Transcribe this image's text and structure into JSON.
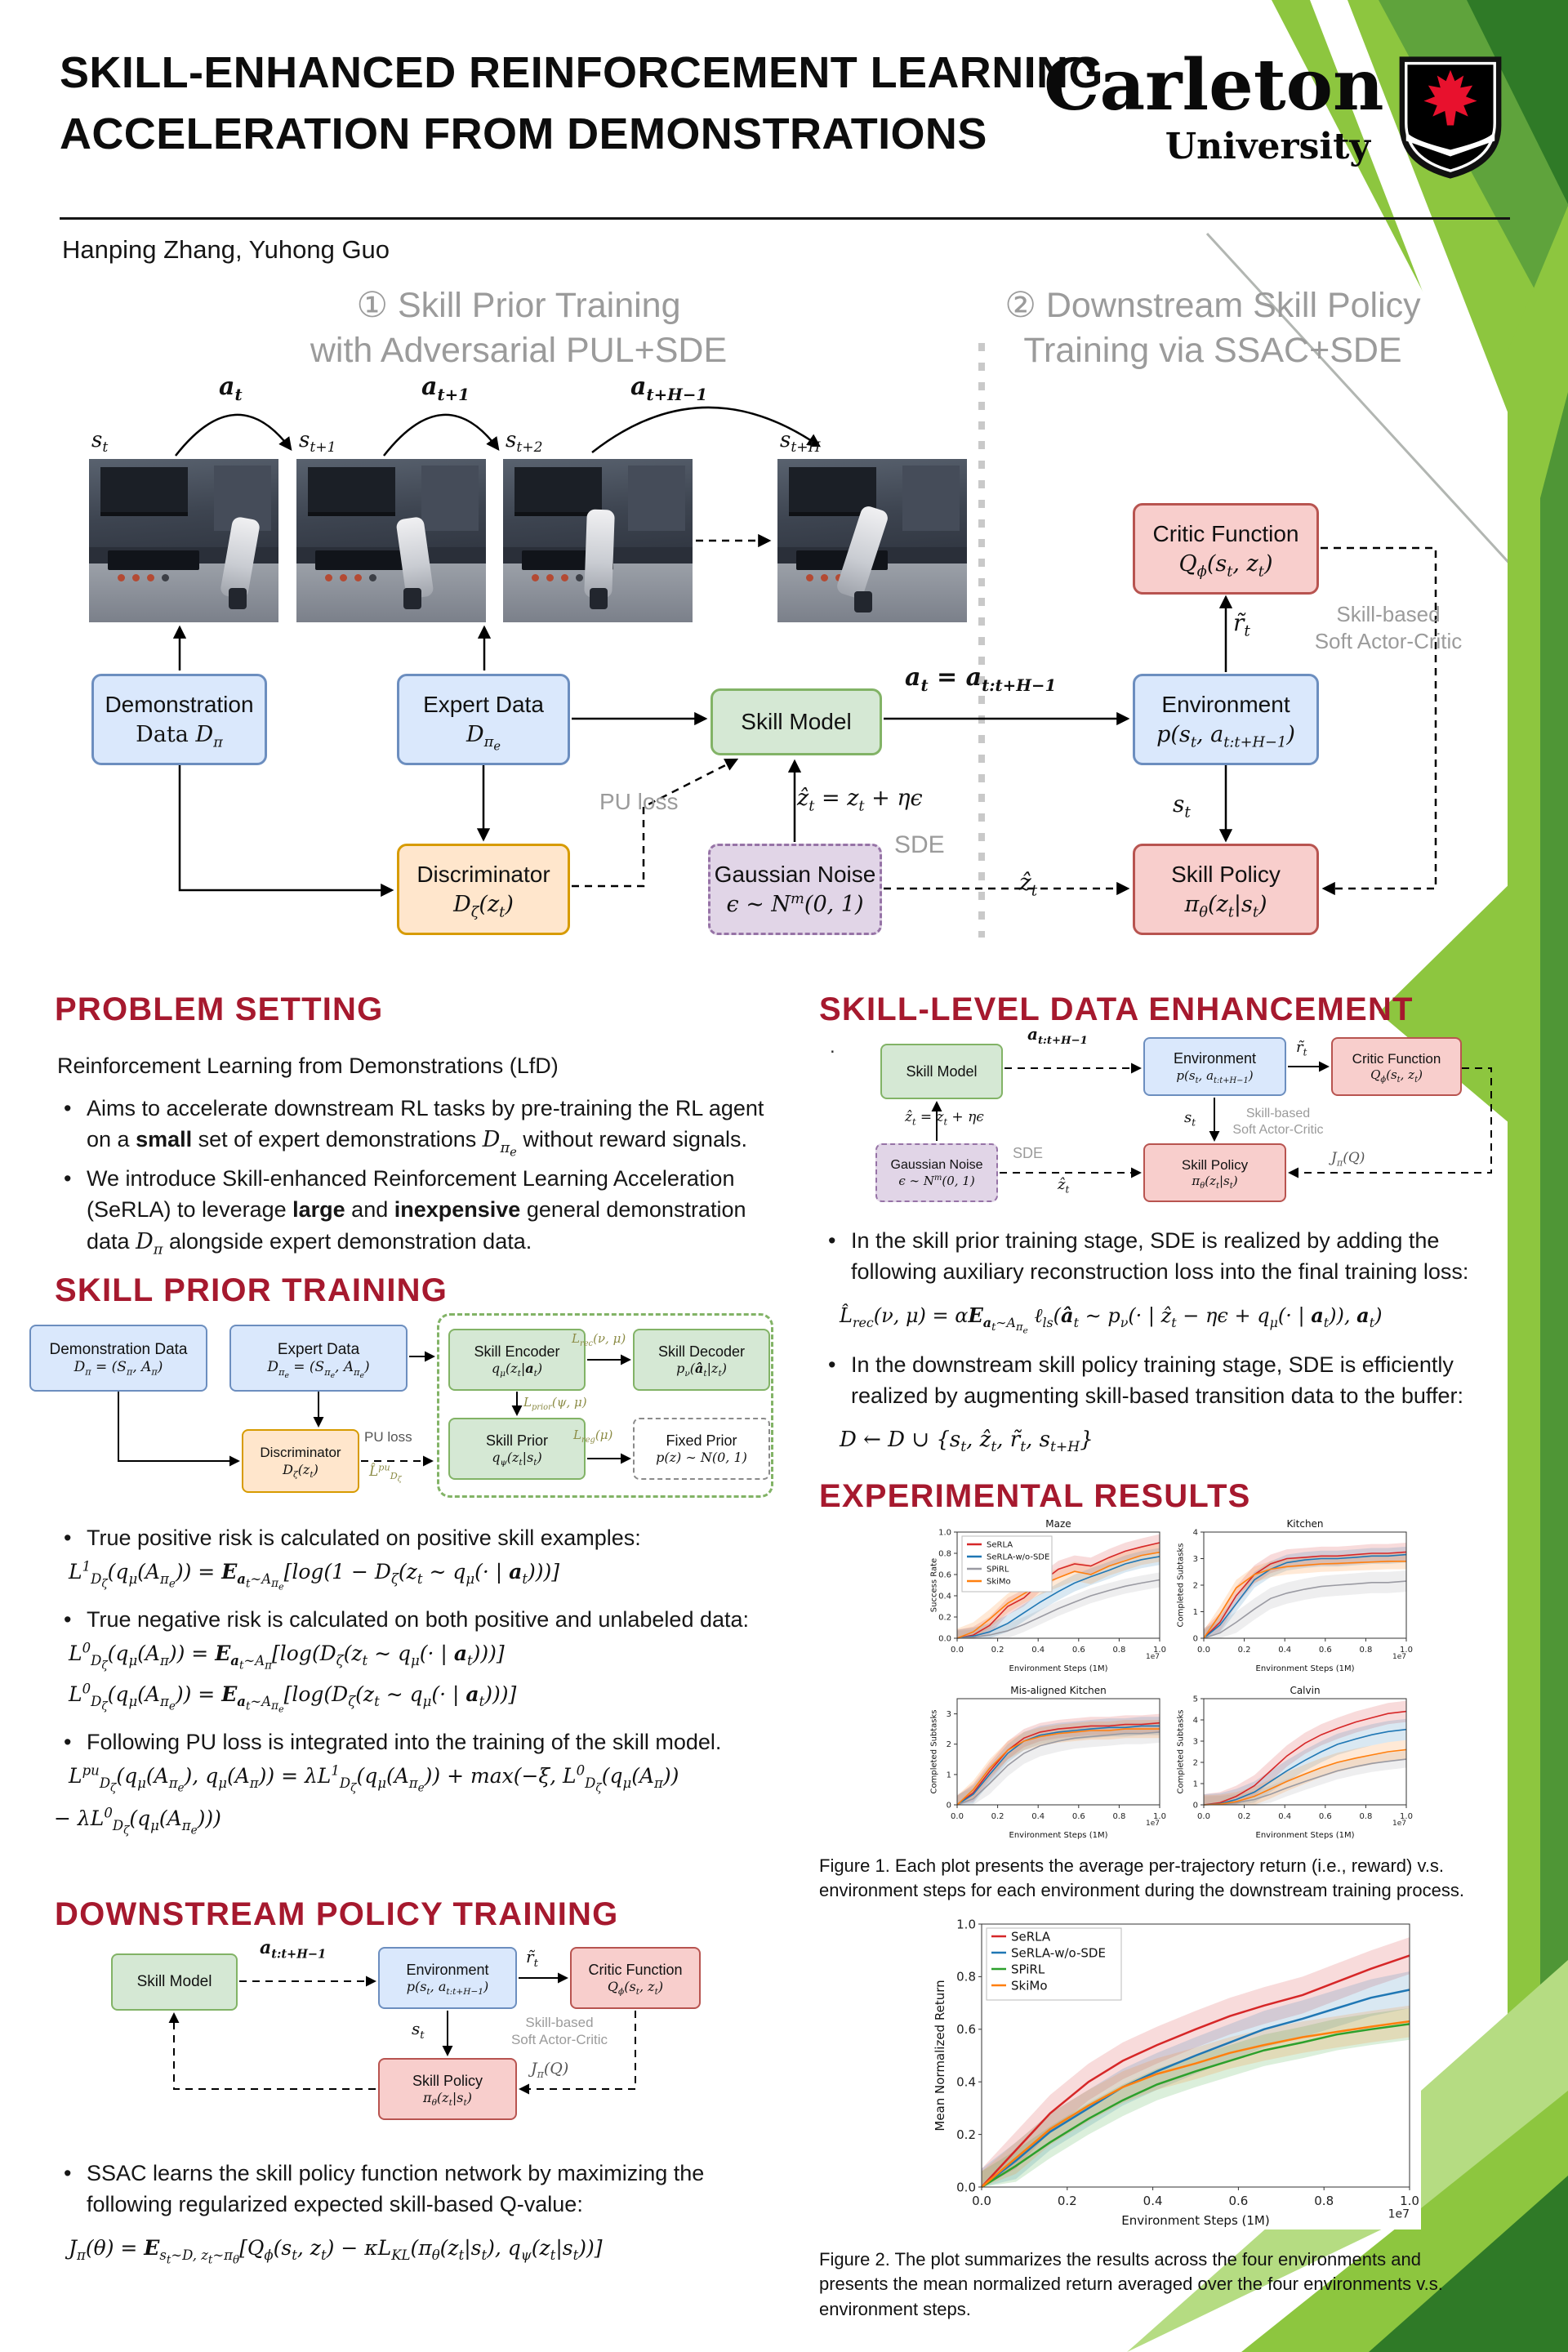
{
  "ui": {
    "bullet": "•",
    "accent": "#a6192e",
    "green_light": "#8dc63f",
    "green_mid": "#4f9636",
    "green_dark": "#2f7a27"
  },
  "header": {
    "title1": "SKILL-ENHANCED REINFORCEMENT LEARNING",
    "title2": "ACCELERATION FROM DEMONSTRATIONS",
    "authors": "Hanping Zhang,  Yuhong Guo",
    "logo_main": "Carleton",
    "logo_sub": "University"
  },
  "overview": {
    "stage1_l1": "① Skill Prior Training",
    "stage1_l2": "with Adversarial PUL+SDE",
    "stage2_l1": "② Downstream Skill Policy",
    "stage2_l2": "Training via SSAC+SDE",
    "states": [
      "s<sub>t</sub>",
      "s<sub>t+1</sub>",
      "s<sub>t+2</sub>",
      "s<sub>t+H</sub>"
    ],
    "actions": [
      "a<sub>t</sub>",
      "a<sub>t+1</sub>",
      "a<sub>t+H−1</sub>"
    ],
    "boxes": {
      "demo": {
        "l1": "Demonstration",
        "l2": "Data <i>D<sub>π</sub></i>"
      },
      "expert": {
        "l1": "Expert Data",
        "l2": "<i>D<sub>π<sub>e</sub></sub></i>"
      },
      "skill_model": {
        "l1": "Skill Model"
      },
      "discriminator": {
        "l1": "Discriminator",
        "l2": "<i>D<sub>ζ</sub>(z<sub>t</sub>)</i>"
      },
      "gaussian": {
        "l1": "Gaussian Noise",
        "l2": "<i>ϵ ∼ N<sup>m</sup>(0, 1)</i>"
      },
      "critic": {
        "l1": "Critic Function",
        "l2": "<i>Q<sub>ϕ</sub>(s<sub>t</sub>, z<sub>t</sub>)</i>"
      },
      "environment": {
        "l1": "Environment",
        "l2": "<i>p(s<sub>t</sub>, a<sub>t:t+H−1</sub>)</i>"
      },
      "policy": {
        "l1": "Skill Policy",
        "l2": "<i>π<sub>θ</sub>(z<sub>t</sub>|s<sub>t</sub>)</i>"
      }
    },
    "labels": {
      "pu_loss": "PU loss",
      "zhat_eq": "ẑ<sub>t</sub> = z<sub>t</sub> + ηϵ",
      "sde": "SDE",
      "action_eq": "<b>a</b><sub>t</sub> = a<sub>t:t+H−1</sub>",
      "reward": "r̃<sub>t</sub>",
      "state": "s<sub>t</sub>",
      "zhat": "ẑ<sub>t</sub>",
      "ssac1": "Skill-based",
      "ssac2": "Soft Actor-Critic"
    }
  },
  "problem": {
    "heading": "PROBLEM SETTING",
    "intro": "Reinforcement Learning from Demonstrations (LfD)",
    "b1": "Aims to accelerate downstream RL tasks by pre-training the RL agent on a <b>small</b> set of expert demonstrations <i>D<sub>π<sub>e</sub></sub></i> without reward signals.",
    "b2": "We introduce Skill-enhanced Reinforcement Learning Acceleration (SeRLA) to leverage <b>large</b> and <b>inexpensive</b> general demonstration data <i>D<sub>π</sub></i> alongside expert demonstration data."
  },
  "prior": {
    "heading": "SKILL PRIOR TRAINING",
    "d": {
      "demo1": "Demonstration Data",
      "demo2": "<i>D<sub>π</sub> = (S<sub>π</sub>, A<sub>π</sub>)</i>",
      "expert1": "Expert Data",
      "expert2": "<i>D<sub>π<sub>e</sub></sub> = (S<sub>π<sub>e</sub></sub>, A<sub>π<sub>e</sub></sub>)</i>",
      "disc1": "Discriminator",
      "disc2": "<i>D<sub>ζ</sub>(z<sub>t</sub>)</i>",
      "puloss": "PU loss",
      "pul": "<i>L̂<sup>pu</sup><sub>D<sub>ζ</sub></sub></i>",
      "enc1": "Skill Encoder",
      "enc2": "<i>q<sub>μ</sub>(z<sub>t</sub>|<b>a</b><sub>t</sub>)</i>",
      "lrec": "<i>L<sub>rec</sub>(ν, μ)</i>",
      "dec1": "Skill Decoder",
      "dec2": "<i>p<sub>ν</sub>(<b>â</b><sub>t</sub>|z<sub>t</sub>)</i>",
      "lprior": "<i>L<sub>prior</sub>(ψ, μ)</i>",
      "pr1": "Skill Prior",
      "pr2": "<i>q<sub>ψ</sub>(z<sub>t</sub>|s<sub>t</sub>)</i>",
      "lreg": "<i>L<sub>reg</sub>(μ)</i>",
      "fx1": "Fixed Prior",
      "fx2": "<i>p(z) ∼ N(0, 1)</i>"
    },
    "b1": "True positive risk is calculated on positive skill examples:",
    "f1": "L<sup>1</sup><sub>D<sub>ζ</sub></sub>(q<sub>μ</sub>(A<sub>π<sub>e</sub></sub>)) = <b>E</b><sub><b>a</b><sub>t</sub>∼A<sub>π<sub>e</sub></sub></sub>[log(1 − D<sub>ζ</sub>(z<sub>t</sub> ∼ q<sub>μ</sub>(· | <b>a</b><sub>t</sub>)))]",
    "b2": "True negative risk is calculated on both positive and unlabeled data:",
    "f2a": "L<sup>0</sup><sub>D<sub>ζ</sub></sub>(q<sub>μ</sub>(A<sub>π</sub>)) = <b>E</b><sub><b>a</b><sub>t</sub>∼A<sub>π</sub></sub>[log(D<sub>ζ</sub>(z<sub>t</sub> ∼ q<sub>μ</sub>(· | <b>a</b><sub>t</sub>)))]",
    "f2b": "L<sup>0</sup><sub>D<sub>ζ</sub></sub>(q<sub>μ</sub>(A<sub>π<sub>e</sub></sub>)) = <b>E</b><sub><b>a</b><sub>t</sub>∼A<sub>π<sub>e</sub></sub></sub>[log(D<sub>ζ</sub>(z<sub>t</sub> ∼ q<sub>μ</sub>(· | <b>a</b><sub>t</sub>)))]",
    "b3": "Following PU loss is integrated into the training of the skill model.",
    "f3a": "L<sup>pu</sup><sub>D<sub>ζ</sub></sub>(q<sub>μ</sub>(A<sub>π<sub>e</sub></sub>), q<sub>μ</sub>(A<sub>π</sub>)) = λL<sup>1</sup><sub>D<sub>ζ</sub></sub>(q<sub>μ</sub>(A<sub>π<sub>e</sub></sub>)) + max(−ξ, L<sup>0</sup><sub>D<sub>ζ</sub></sub>(q<sub>μ</sub>(A<sub>π</sub>))",
    "f3b": "− λL<sup>0</sup><sub>D<sub>ζ</sub></sub>(q<sub>μ</sub>(A<sub>π<sub>e</sub></sub>)))"
  },
  "downstream": {
    "heading": "DOWNSTREAM POLICY TRAINING",
    "act": "a<sub>t:t+H−1</sub>",
    "jpi": "J<sub>π</sub>(Q)",
    "b1": "SSAC learns the skill policy function network by maximizing the following regularized expected skill-based Q-value:",
    "f4": "J<sub>π</sub>(θ) = <b>E</b><sub>s<sub>t</sub>∼D, z<sub>t</sub>∼π<sub>θ</sub></sub>[Q<sub>ϕ</sub>(s<sub>t</sub>, z<sub>t</sub>) − κL<sub>KL</sub>(π<sub>θ</sub>(z<sub>t</sub>|s<sub>t</sub>), q<sub>ψ</sub>(z<sub>t</sub>|s<sub>t</sub>))]"
  },
  "enhance": {
    "heading": "SKILL-LEVEL DATA ENHANCEMENT",
    "dot": ".",
    "b1": "In the skill prior training stage, SDE is realized by adding the following auxiliary reconstruction loss into the final training loss:",
    "f5": "L̂<sub>rec</sub>(ν, μ) = α<b>E</b><sub><b>a</b><sub>t</sub>∼A<sub>π<sub>e</sub></sub></sub> ℓ<sub>ls</sub>(<b>â</b><sub>t</sub> ∼ p<sub>ν</sub>(· | ẑ<sub>t</sub> − ηϵ + q<sub>μ</sub>(· | <b>a</b><sub>t</sub>)), <b>a</b><sub>t</sub>)",
    "b2": "In the downstream skill policy training stage, SDE is efficiently realized by augmenting skill-based transition data to the buffer:",
    "f6": "D ← D ∪ {s<sub>t</sub>, ẑ<sub>t</sub>, r̃<sub>t</sub>, s<sub>t+H</sub>}"
  },
  "results": {
    "heading": "EXPERIMENTAL RESULTS",
    "cap1": "Figure 1. Each plot presents the average per-trajectory return (i.e., reward) v.s. environment steps for each environment during the downstream training process.",
    "cap2": "Figure 2. The plot summarizes the results across the four environments and presents the mean normalized return averaged over the four environments v.s. environment steps."
  },
  "chart_data": [
    {
      "id": "maze",
      "type": "line",
      "title": "Maze",
      "xlabel": "Environment Steps (1M)",
      "ylabel": "Success Rate",
      "xlim": [
        0,
        1
      ],
      "ylim": [
        0,
        1
      ],
      "xticks": [
        "0.0",
        "0.2",
        "0.4",
        "0.6",
        "0.8",
        "1.0"
      ],
      "yticks": [
        "0.0",
        "0.2",
        "0.4",
        "0.6",
        "0.8",
        "1.0"
      ],
      "x_exp": "1e7",
      "legend": true,
      "x": [
        0,
        0.08,
        0.16,
        0.25,
        0.33,
        0.41,
        0.5,
        0.58,
        0.66,
        0.75,
        0.83,
        0.91,
        1.0
      ],
      "series": [
        {
          "name": "SeRLA",
          "color": "#d62728",
          "band": 0.08,
          "values": [
            0,
            0.03,
            0.12,
            0.3,
            0.38,
            0.52,
            0.65,
            0.7,
            0.68,
            0.76,
            0.82,
            0.86,
            0.9
          ]
        },
        {
          "name": "SeRLA-w/o-SDE",
          "color": "#1f77b4",
          "band": 0.08,
          "values": [
            0,
            0.02,
            0.06,
            0.14,
            0.24,
            0.34,
            0.44,
            0.52,
            0.58,
            0.64,
            0.7,
            0.74,
            0.77
          ]
        },
        {
          "name": "SPiRL",
          "color": "#9a9aa2",
          "band": 0.07,
          "values": [
            0,
            0.01,
            0.03,
            0.07,
            0.13,
            0.2,
            0.28,
            0.34,
            0.4,
            0.45,
            0.49,
            0.52,
            0.55
          ]
        },
        {
          "name": "SkiMo",
          "color": "#ff7f0e",
          "band": 0.09,
          "values": [
            0,
            0.06,
            0.18,
            0.33,
            0.42,
            0.5,
            0.57,
            0.63,
            0.6,
            0.68,
            0.73,
            0.78,
            0.81
          ]
        }
      ]
    },
    {
      "id": "kitchen",
      "type": "line",
      "title": "Kitchen",
      "xlabel": "Environment Steps (1M)",
      "ylabel": "Completed Subtasks",
      "xlim": [
        0,
        1
      ],
      "ylim": [
        0,
        4
      ],
      "xticks": [
        "0.0",
        "0.2",
        "0.4",
        "0.6",
        "0.8",
        "1.0"
      ],
      "yticks": [
        "0",
        "1",
        "2",
        "3",
        "4"
      ],
      "x_exp": "1e7",
      "legend": false,
      "x": [
        0,
        0.08,
        0.16,
        0.25,
        0.33,
        0.41,
        0.5,
        0.58,
        0.66,
        0.75,
        0.83,
        0.91,
        1.0
      ],
      "series": [
        {
          "name": "SeRLA",
          "color": "#d62728",
          "band": 0.35,
          "values": [
            0,
            0.6,
            1.6,
            2.4,
            2.8,
            3.0,
            3.05,
            3.1,
            3.1,
            3.15,
            3.2,
            3.2,
            3.25
          ]
        },
        {
          "name": "SeRLA-w/o-SDE",
          "color": "#1f77b4",
          "band": 0.3,
          "values": [
            0,
            0.5,
            1.3,
            2.2,
            2.6,
            2.85,
            2.95,
            3.0,
            3.0,
            3.05,
            3.1,
            3.1,
            3.15
          ]
        },
        {
          "name": "SPiRL",
          "color": "#9a9aa2",
          "band": 0.4,
          "values": [
            0,
            0.2,
            0.6,
            1.1,
            1.5,
            1.7,
            1.85,
            1.95,
            2.0,
            2.05,
            2.1,
            2.1,
            2.15
          ]
        },
        {
          "name": "SkiMo",
          "color": "#ff7f0e",
          "band": 0.3,
          "values": [
            0,
            0.9,
            1.9,
            2.4,
            2.6,
            2.7,
            2.75,
            2.8,
            2.82,
            2.85,
            2.87,
            2.9,
            2.9
          ]
        }
      ]
    },
    {
      "id": "mis",
      "type": "line",
      "title": "Mis-aligned Kitchen",
      "xlabel": "Environment Steps (1M)",
      "ylabel": "Completed Subtasks",
      "xlim": [
        0,
        1
      ],
      "ylim": [
        0,
        3.5
      ],
      "xticks": [
        "0.0",
        "0.2",
        "0.4",
        "0.6",
        "0.8",
        "1.0"
      ],
      "yticks": [
        "0",
        "1",
        "2",
        "3"
      ],
      "x_exp": "1e7",
      "legend": false,
      "x": [
        0,
        0.08,
        0.16,
        0.25,
        0.33,
        0.41,
        0.5,
        0.58,
        0.66,
        0.75,
        0.83,
        0.91,
        1.0
      ],
      "series": [
        {
          "name": "SeRLA",
          "color": "#d62728",
          "band": 0.3,
          "values": [
            0,
            0.4,
            1.1,
            1.8,
            2.2,
            2.4,
            2.5,
            2.55,
            2.6,
            2.6,
            2.65,
            2.65,
            2.7
          ]
        },
        {
          "name": "SeRLA-w/o-SDE",
          "color": "#1f77b4",
          "band": 0.3,
          "values": [
            0,
            0.35,
            1.0,
            1.7,
            2.1,
            2.3,
            2.4,
            2.45,
            2.5,
            2.55,
            2.55,
            2.6,
            2.6
          ]
        },
        {
          "name": "SPiRL",
          "color": "#9a9aa2",
          "band": 0.35,
          "values": [
            0,
            0.2,
            0.7,
            1.3,
            1.7,
            1.95,
            2.1,
            2.2,
            2.25,
            2.3,
            2.35,
            2.35,
            2.4
          ]
        },
        {
          "name": "SkiMo",
          "color": "#ff7f0e",
          "band": 0.3,
          "values": [
            0,
            0.5,
            1.2,
            1.8,
            2.1,
            2.25,
            2.35,
            2.4,
            2.45,
            2.45,
            2.5,
            2.5,
            2.5
          ]
        }
      ]
    },
    {
      "id": "calvin",
      "type": "line",
      "title": "Calvin",
      "xlabel": "Environment Steps (1M)",
      "ylabel": "Completed Subtasks",
      "xlim": [
        0,
        1
      ],
      "ylim": [
        0,
        5
      ],
      "xticks": [
        "0.0",
        "0.2",
        "0.4",
        "0.6",
        "0.8",
        "1.0"
      ],
      "yticks": [
        "0",
        "1",
        "2",
        "3",
        "4",
        "5"
      ],
      "x_exp": "1e7",
      "legend": false,
      "x": [
        0,
        0.08,
        0.16,
        0.25,
        0.33,
        0.41,
        0.5,
        0.58,
        0.66,
        0.75,
        0.83,
        0.91,
        1.0
      ],
      "series": [
        {
          "name": "SeRLA",
          "color": "#d62728",
          "band": 0.5,
          "values": [
            0,
            0.1,
            0.4,
            0.9,
            1.6,
            2.3,
            2.9,
            3.3,
            3.6,
            3.9,
            4.1,
            4.3,
            4.4
          ]
        },
        {
          "name": "SeRLA-w/o-SDE",
          "color": "#1f77b4",
          "band": 0.5,
          "values": [
            0,
            0.05,
            0.25,
            0.6,
            1.1,
            1.6,
            2.1,
            2.5,
            2.85,
            3.1,
            3.3,
            3.45,
            3.55
          ]
        },
        {
          "name": "SPiRL",
          "color": "#9a9aa2",
          "band": 0.4,
          "values": [
            0,
            0.02,
            0.1,
            0.25,
            0.5,
            0.8,
            1.1,
            1.35,
            1.6,
            1.8,
            1.95,
            2.05,
            2.15
          ]
        },
        {
          "name": "SkiMo",
          "color": "#ff7f0e",
          "band": 0.45,
          "values": [
            0,
            0.03,
            0.15,
            0.4,
            0.75,
            1.1,
            1.45,
            1.75,
            2.0,
            2.2,
            2.35,
            2.5,
            2.6
          ]
        }
      ]
    },
    {
      "id": "fig2",
      "type": "line",
      "title": "",
      "xlabel": "Environment Steps (1M)",
      "ylabel": "Mean Normalized Return",
      "xlim": [
        0,
        1
      ],
      "ylim": [
        0,
        1
      ],
      "xticks": [
        "0.0",
        "0.2",
        "0.4",
        "0.6",
        "0.8",
        "1.0"
      ],
      "yticks": [
        "0.0",
        "0.2",
        "0.4",
        "0.6",
        "0.8",
        "1.0"
      ],
      "x_exp": "1e7",
      "legend": true,
      "x": [
        0,
        0.08,
        0.16,
        0.25,
        0.33,
        0.41,
        0.5,
        0.58,
        0.66,
        0.75,
        0.83,
        0.91,
        1.0
      ],
      "series": [
        {
          "name": "SeRLA",
          "color": "#d62728",
          "band": 0.07,
          "values": [
            0,
            0.14,
            0.28,
            0.4,
            0.48,
            0.54,
            0.6,
            0.65,
            0.69,
            0.73,
            0.78,
            0.83,
            0.88
          ]
        },
        {
          "name": "SeRLA-w/o-SDE",
          "color": "#1f77b4",
          "band": 0.07,
          "values": [
            0,
            0.1,
            0.21,
            0.3,
            0.38,
            0.44,
            0.5,
            0.55,
            0.6,
            0.64,
            0.68,
            0.72,
            0.75
          ]
        },
        {
          "name": "SPiRL",
          "color": "#2ca02c",
          "band": 0.06,
          "values": [
            0,
            0.08,
            0.17,
            0.26,
            0.33,
            0.39,
            0.44,
            0.48,
            0.52,
            0.55,
            0.58,
            0.6,
            0.62
          ]
        },
        {
          "name": "SkiMo",
          "color": "#ff7f0e",
          "band": 0.06,
          "values": [
            0,
            0.11,
            0.22,
            0.31,
            0.38,
            0.43,
            0.47,
            0.51,
            0.54,
            0.57,
            0.59,
            0.61,
            0.63
          ]
        }
      ]
    }
  ]
}
